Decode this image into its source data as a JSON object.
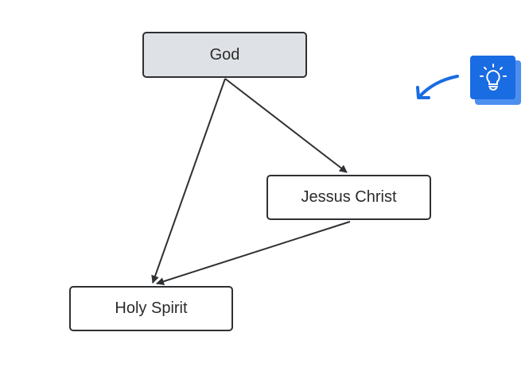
{
  "diagram": {
    "nodes": [
      {
        "id": "god",
        "label": "God",
        "fill": "#dee1e5"
      },
      {
        "id": "jesus_christ",
        "label": "Jessus Christ",
        "fill": "#ffffff"
      },
      {
        "id": "holy_spirit",
        "label": "Holy Spirit",
        "fill": "#ffffff"
      }
    ],
    "edges": [
      {
        "from": "god",
        "to": "jesus_christ"
      },
      {
        "from": "god",
        "to": "holy_spirit"
      },
      {
        "from": "jesus_christ",
        "to": "holy_spirit"
      }
    ]
  },
  "hint_button": {
    "icon": "lightbulb-icon",
    "color": "#1a6ce3",
    "shadow_color": "#4d8ff0"
  },
  "hint_arrow": {
    "icon": "curved-arrow-icon",
    "color": "#1a6ce3"
  }
}
